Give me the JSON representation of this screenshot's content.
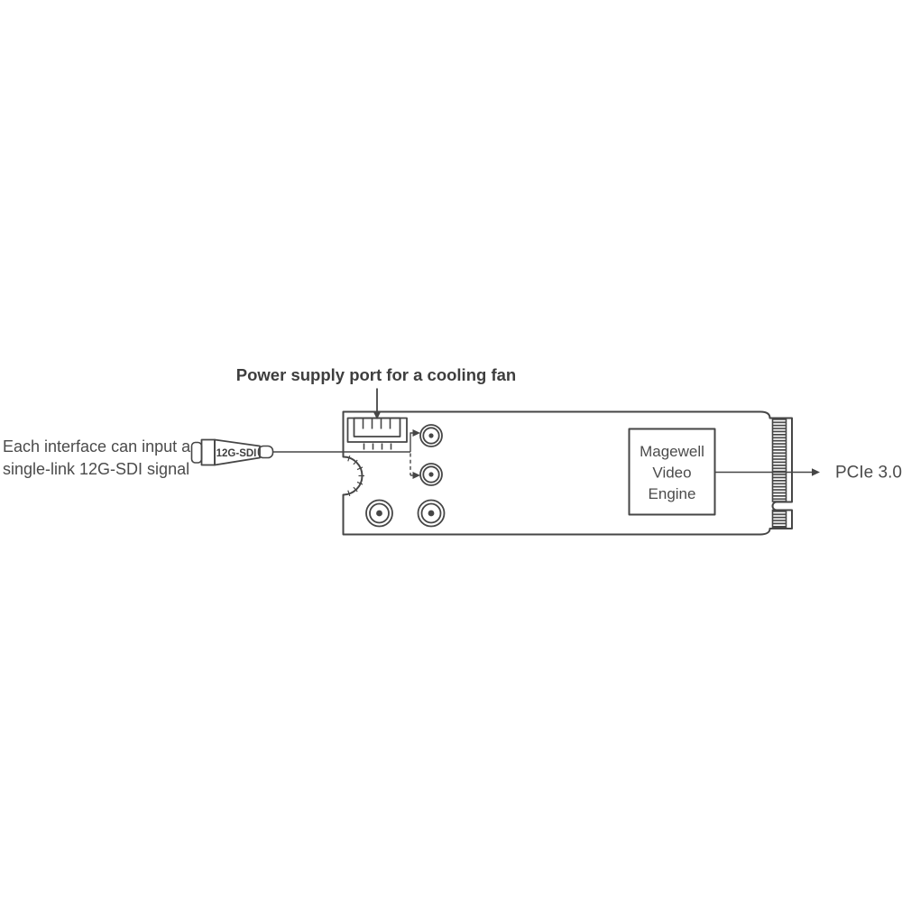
{
  "colors": {
    "outline": "#464646",
    "text": "#4b4b4b",
    "emphasis": "#3e3e3e",
    "background": "#ffffff"
  },
  "annotations": {
    "fan_port": "Power supply port for a cooling fan",
    "sdi_note": {
      "line1": "Each interface can input a",
      "line2": "single-link 12G-SDI signal"
    },
    "pcie": "PCIe 3.0"
  },
  "card": {
    "plug_label": "12G-SDI",
    "engine_box": {
      "line1": "Magewell",
      "line2": "Video",
      "line3": "Engine"
    }
  }
}
